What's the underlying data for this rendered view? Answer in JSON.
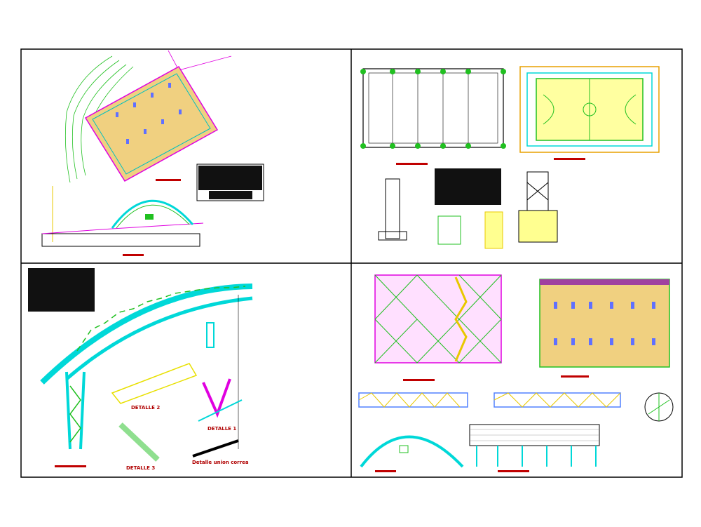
{
  "sheet": {
    "colors": {
      "frame": "#000000",
      "structure_cyan": "#00d8d8",
      "structure_green": "#20c020",
      "roof_magenta": "#e000e0",
      "fill_yellow": "#f0d080",
      "title_red": "#c00000",
      "annotation_yellow": "#e8c800"
    },
    "details": {
      "detalle_1": "DETALLE 1",
      "detalle_2": "DETALLE 2",
      "detalle_3": "DETALLE 3",
      "detalle_union": "Detalle union correa"
    }
  }
}
